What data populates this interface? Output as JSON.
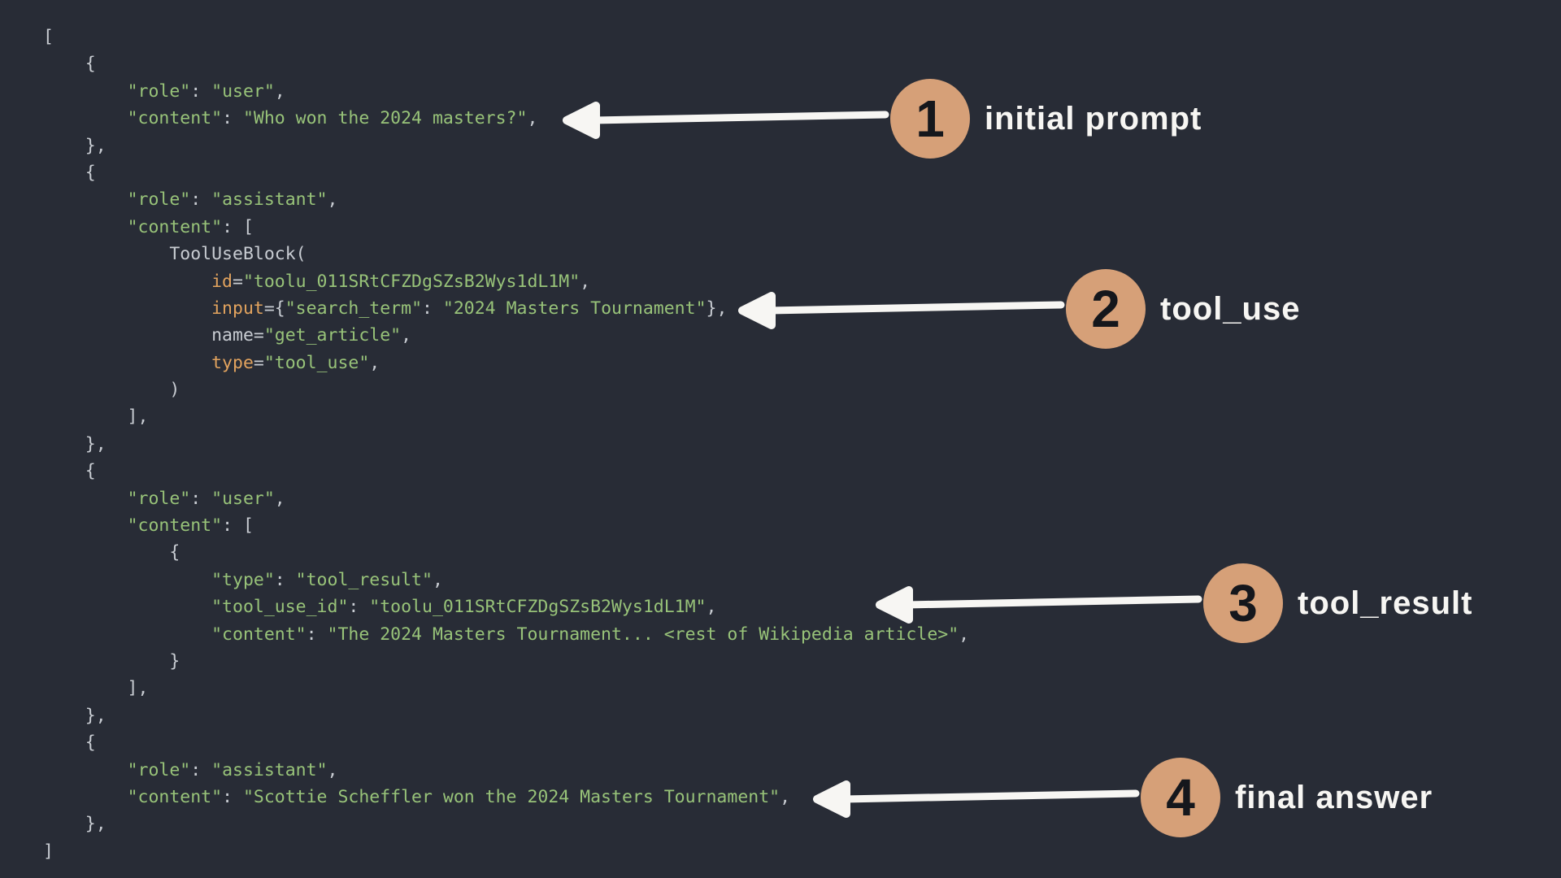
{
  "colors": {
    "background": "#282c36",
    "string_green": "#98c379",
    "keyword_orange": "#e2a35e",
    "punctuation_gray": "#c8ccd2",
    "badge_fill": "#d6a078",
    "badge_number_color": "#15171c",
    "label_color": "#f7f6f3",
    "arrow_color": "#f7f6f3"
  },
  "code": {
    "lines": [
      [
        {
          "c": "p",
          "t": "["
        }
      ],
      [
        {
          "c": "p",
          "t": "    {"
        }
      ],
      [
        {
          "c": "p",
          "t": "        "
        },
        {
          "c": "s",
          "t": "\"role\""
        },
        {
          "c": "p",
          "t": ": "
        },
        {
          "c": "s",
          "t": "\"user\""
        },
        {
          "c": "p",
          "t": ","
        }
      ],
      [
        {
          "c": "p",
          "t": "        "
        },
        {
          "c": "s",
          "t": "\"content\""
        },
        {
          "c": "p",
          "t": ": "
        },
        {
          "c": "s",
          "t": "\"Who won the 2024 masters?\""
        },
        {
          "c": "p",
          "t": ","
        }
      ],
      [
        {
          "c": "p",
          "t": "    },"
        }
      ],
      [
        {
          "c": "p",
          "t": "    {"
        }
      ],
      [
        {
          "c": "p",
          "t": "        "
        },
        {
          "c": "s",
          "t": "\"role\""
        },
        {
          "c": "p",
          "t": ": "
        },
        {
          "c": "s",
          "t": "\"assistant\""
        },
        {
          "c": "p",
          "t": ","
        }
      ],
      [
        {
          "c": "p",
          "t": "        "
        },
        {
          "c": "s",
          "t": "\"content\""
        },
        {
          "c": "p",
          "t": ": ["
        }
      ],
      [
        {
          "c": "p",
          "t": "            ToolUseBlock("
        }
      ],
      [
        {
          "c": "p",
          "t": "                "
        },
        {
          "c": "k",
          "t": "id"
        },
        {
          "c": "p",
          "t": "="
        },
        {
          "c": "s",
          "t": "\"toolu_011SRtCFZDgSZsB2Wys1dL1M\""
        },
        {
          "c": "p",
          "t": ","
        }
      ],
      [
        {
          "c": "p",
          "t": "                "
        },
        {
          "c": "k",
          "t": "input"
        },
        {
          "c": "p",
          "t": "={"
        },
        {
          "c": "s",
          "t": "\"search_term\""
        },
        {
          "c": "p",
          "t": ": "
        },
        {
          "c": "s",
          "t": "\"2024 Masters Tournament\""
        },
        {
          "c": "p",
          "t": "},"
        }
      ],
      [
        {
          "c": "p",
          "t": "                name="
        },
        {
          "c": "s",
          "t": "\"get_article\""
        },
        {
          "c": "p",
          "t": ","
        }
      ],
      [
        {
          "c": "p",
          "t": "                "
        },
        {
          "c": "k",
          "t": "type"
        },
        {
          "c": "p",
          "t": "="
        },
        {
          "c": "s",
          "t": "\"tool_use\""
        },
        {
          "c": "p",
          "t": ","
        }
      ],
      [
        {
          "c": "p",
          "t": "            )"
        }
      ],
      [
        {
          "c": "p",
          "t": "        ],"
        }
      ],
      [
        {
          "c": "p",
          "t": "    },"
        }
      ],
      [
        {
          "c": "p",
          "t": "    {"
        }
      ],
      [
        {
          "c": "p",
          "t": "        "
        },
        {
          "c": "s",
          "t": "\"role\""
        },
        {
          "c": "p",
          "t": ": "
        },
        {
          "c": "s",
          "t": "\"user\""
        },
        {
          "c": "p",
          "t": ","
        }
      ],
      [
        {
          "c": "p",
          "t": "        "
        },
        {
          "c": "s",
          "t": "\"content\""
        },
        {
          "c": "p",
          "t": ": ["
        }
      ],
      [
        {
          "c": "p",
          "t": "            {"
        }
      ],
      [
        {
          "c": "p",
          "t": "                "
        },
        {
          "c": "s",
          "t": "\"type\""
        },
        {
          "c": "p",
          "t": ": "
        },
        {
          "c": "s",
          "t": "\"tool_result\""
        },
        {
          "c": "p",
          "t": ","
        }
      ],
      [
        {
          "c": "p",
          "t": "                "
        },
        {
          "c": "s",
          "t": "\"tool_use_id\""
        },
        {
          "c": "p",
          "t": ": "
        },
        {
          "c": "s",
          "t": "\"toolu_011SRtCFZDgSZsB2Wys1dL1M\""
        },
        {
          "c": "p",
          "t": ","
        }
      ],
      [
        {
          "c": "p",
          "t": "                "
        },
        {
          "c": "s",
          "t": "\"content\""
        },
        {
          "c": "p",
          "t": ": "
        },
        {
          "c": "s",
          "t": "\"The 2024 Masters Tournament... <rest of Wikipedia article>\""
        },
        {
          "c": "p",
          "t": ","
        }
      ],
      [
        {
          "c": "p",
          "t": "            }"
        }
      ],
      [
        {
          "c": "p",
          "t": "        ],"
        }
      ],
      [
        {
          "c": "p",
          "t": "    },"
        }
      ],
      [
        {
          "c": "p",
          "t": "    {"
        }
      ],
      [
        {
          "c": "p",
          "t": "        "
        },
        {
          "c": "s",
          "t": "\"role\""
        },
        {
          "c": "p",
          "t": ": "
        },
        {
          "c": "s",
          "t": "\"assistant\""
        },
        {
          "c": "p",
          "t": ","
        }
      ],
      [
        {
          "c": "p",
          "t": "        "
        },
        {
          "c": "s",
          "t": "\"content\""
        },
        {
          "c": "p",
          "t": ": "
        },
        {
          "c": "s",
          "t": "\"Scottie Scheffler won the 2024 Masters Tournament\""
        },
        {
          "c": "p",
          "t": ","
        }
      ],
      [
        {
          "c": "p",
          "t": "    },"
        }
      ],
      [
        {
          "c": "p",
          "t": "]"
        }
      ]
    ]
  },
  "annotations": [
    {
      "number": "1",
      "label": "initial prompt"
    },
    {
      "number": "2",
      "label": "tool_use"
    },
    {
      "number": "3",
      "label": "tool_result"
    },
    {
      "number": "4",
      "label": "final answer"
    }
  ]
}
